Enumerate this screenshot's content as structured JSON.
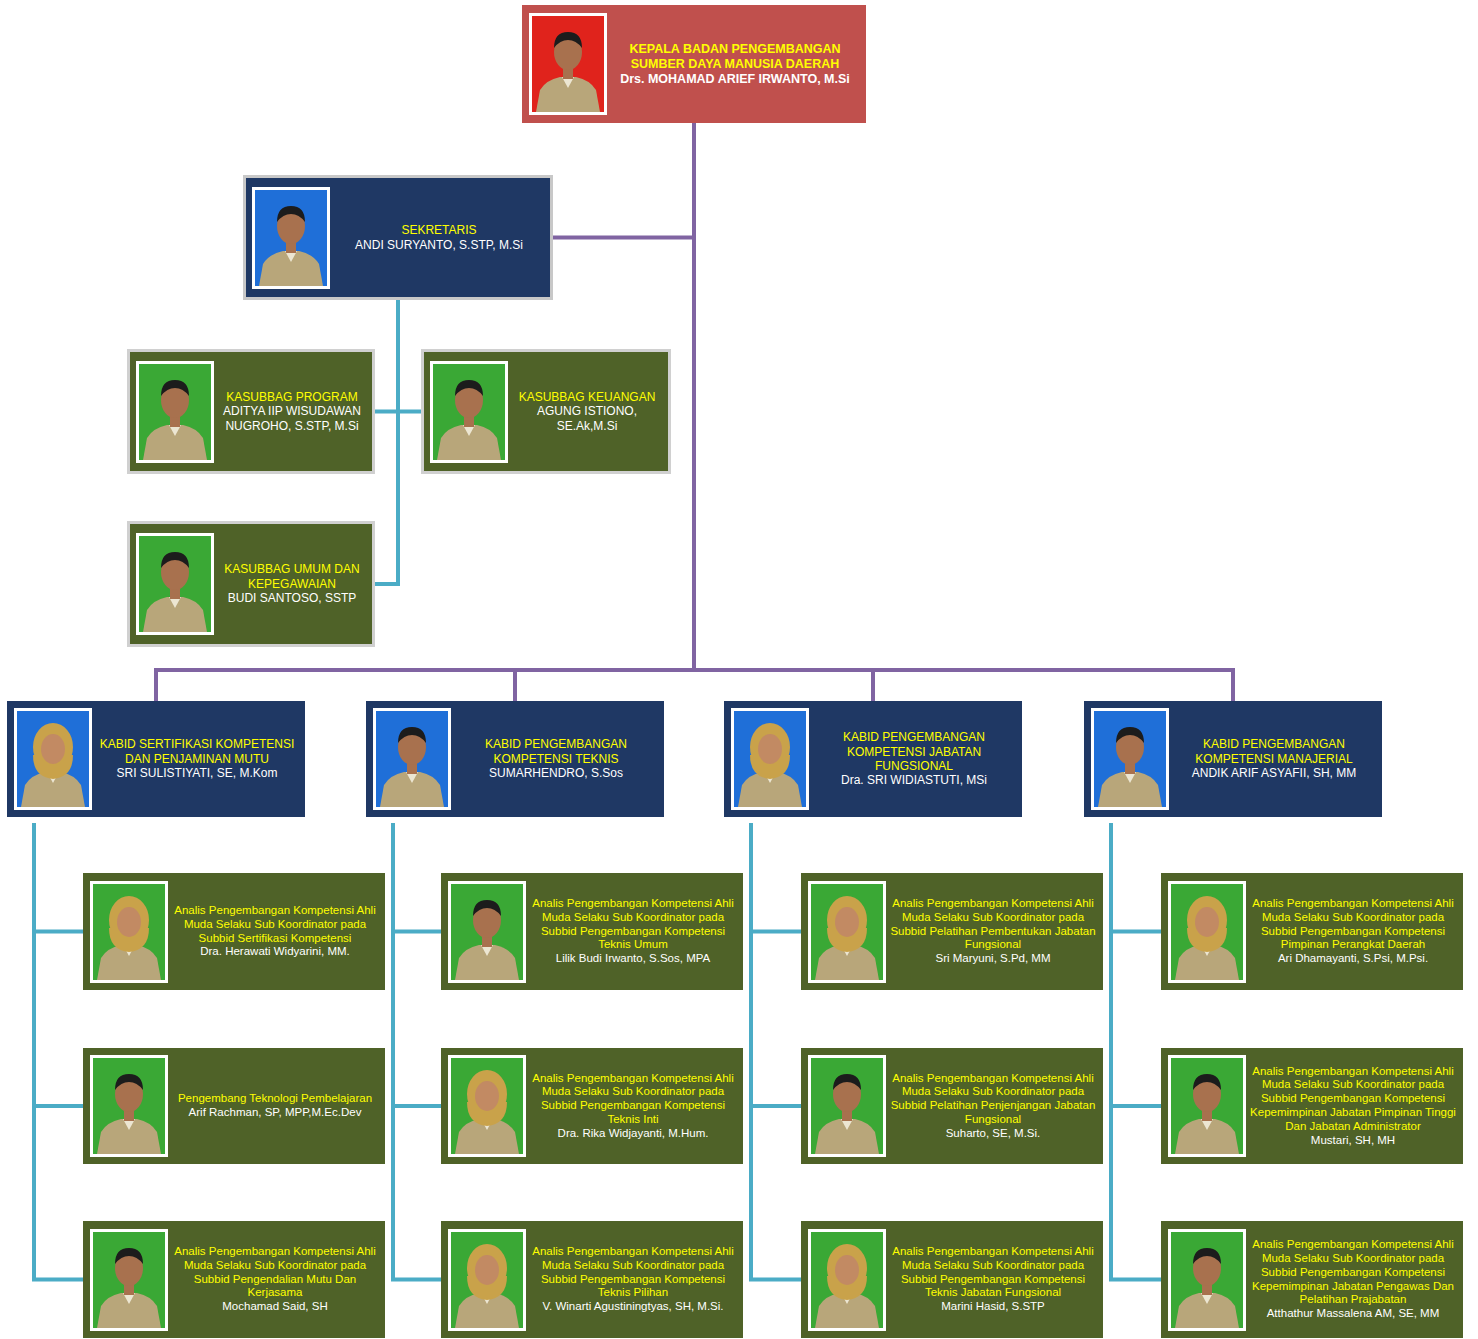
{
  "diagram": {
    "nodes": [
      {
        "text": [
          "KEPALA BADAN PENGEMBANGAN SUMBER DAYA MANUSIA DAERAH",
          "Drs. MOHAMAD ARIEF IRWANTO, M.Si"
        ]
      },
      {
        "text": [
          "SEKRETARIS",
          "ANDI SURYANTO, S.STP, M.Si"
        ]
      },
      {
        "text": [
          "KASUBBAG PROGRAM",
          "ADITYA IIP WISUDAWAN NUGROHO, S.STP, M.Si"
        ]
      },
      {
        "text": [
          "KASUBBAG KEUANGAN",
          "AGUNG ISTIONO, SE.Ak,M.Si"
        ]
      },
      {
        "text": [
          "KASUBBAG UMUM DAN KEPEGAWAIAN",
          "BUDI SANTOSO, SSTP"
        ]
      },
      {
        "text": [
          "KABID SERTIFIKASI KOMPETENSI DAN PENJAMINAN MUTU",
          "SRI SULISTIYATI, SE, M.Kom"
        ]
      },
      {
        "text": [
          "KABID PENGEMBANGAN KOMPETENSI TEKNIS",
          "SUMARHENDRO, S.Sos"
        ]
      },
      {
        "text": [
          "KABID PENGEMBANGAN KOMPETENSI JABATAN FUNGSIONAL",
          "Dra. SRI WIDIASTUTI, MSi"
        ]
      },
      {
        "text": [
          "KABID PENGEMBANGAN KOMPETENSI MANAJERIAL",
          "ANDIK ARIF ASYAFII, SH, MM"
        ]
      },
      {
        "text": [
          "Analis Pengembangan Kompetensi Ahli Muda Selaku Sub Koordinator pada Subbid Sertifikasi Kompetensi",
          "Dra. Herawati Widyarini, MM."
        ]
      },
      {
        "text": [
          "Pengembang Teknologi Pembelajaran",
          "Arif Rachman, SP, MPP,M.Ec.Dev"
        ]
      },
      {
        "text": [
          "Analis Pengembangan Kompetensi Ahli Muda Selaku Sub Koordinator pada Subbid Pengendalian Mutu Dan Kerjasama",
          "Mochamad Said, SH"
        ]
      },
      {
        "text": [
          "Analis Pengembangan Kompetensi Ahli Muda Selaku Sub Koordinator pada Subbid Pengembangan Kompetensi Teknis Umum",
          "Lilik Budi Irwanto, S.Sos, MPA"
        ]
      },
      {
        "text": [
          "Analis Pengembangan Kompetensi Ahli Muda Selaku Sub Koordinator pada Subbid Pengembangan Kompetensi Teknis Inti",
          "Dra. Rika Widjayanti, M.Hum."
        ]
      },
      {
        "text": [
          "Analis Pengembangan Kompetensi Ahli Muda Selaku Sub Koordinator pada Subbid Pengembangan Kompetensi Teknis Pilihan",
          "V. Winarti Agustiningtyas, SH, M.Si."
        ]
      },
      {
        "text": [
          "Analis Pengembangan Kompetensi Ahli Muda Selaku Sub Koordinator pada Subbid Pelatihan Pembentukan Jabatan Fungsional",
          "Sri Maryuni, S.Pd, MM"
        ]
      },
      {
        "text": [
          "Analis Pengembangan Kompetensi Ahli Muda Selaku Sub Koordinator pada Subbid Pelatihan Penjenjangan Jabatan Fungsional",
          "Suharto, SE, M.Si."
        ]
      },
      {
        "text": [
          "Analis Pengembangan Kompetensi Ahli Muda Selaku Sub Koordinator pada Subbid Pengembangan Kompetensi Teknis Jabatan Fungsional",
          "Marini Hasid, S.STP"
        ]
      },
      {
        "text": [
          "Analis Pengembangan Kompetensi Ahli Muda Selaku Sub Koordinator pada Subbid Pengembangan Kompetensi Pimpinan Perangkat Daerah",
          "Ari Dhamayanti, S.Psi, M.Psi."
        ]
      },
      {
        "text": [
          "Analis Pengembangan Kompetensi Ahli Muda Selaku Sub Koordinator pada Subbid Pengembangan Kompetensi Kepemimpinan Jabatan Pimpinan Tinggi Dan Jabatan Administrator",
          "Mustari, SH, MH"
        ]
      },
      {
        "text": [
          "Analis Pengembangan Kompetensi Ahli Muda Selaku Sub Koordinator pada Subbid Pengembangan Kompetensi Kepemimpinan Jabatan Pengawas Dan Pelatihan Prajabatan",
          "Atthathur Massalena AM, SE, MM"
        ]
      }
    ],
    "edges": [
      {
        "from": 0,
        "to": 1,
        "arrow": "none"
      },
      {
        "from": 0,
        "to": 5,
        "arrow": "none"
      },
      {
        "from": 0,
        "to": 6,
        "arrow": "none"
      },
      {
        "from": 0,
        "to": 7,
        "arrow": "none"
      },
      {
        "from": 0,
        "to": 8,
        "arrow": "none"
      },
      {
        "from": 1,
        "to": 2,
        "arrow": "none"
      },
      {
        "from": 1,
        "to": 3,
        "arrow": "none"
      },
      {
        "from": 1,
        "to": 4,
        "arrow": "none"
      },
      {
        "from": 5,
        "to": 9,
        "arrow": "none"
      },
      {
        "from": 5,
        "to": 10,
        "arrow": "none"
      },
      {
        "from": 5,
        "to": 11,
        "arrow": "none"
      },
      {
        "from": 6,
        "to": 12,
        "arrow": "none"
      },
      {
        "from": 6,
        "to": 13,
        "arrow": "none"
      },
      {
        "from": 6,
        "to": 14,
        "arrow": "none"
      },
      {
        "from": 7,
        "to": 15,
        "arrow": "none"
      },
      {
        "from": 7,
        "to": 16,
        "arrow": "none"
      },
      {
        "from": 7,
        "to": 17,
        "arrow": "none"
      },
      {
        "from": 8,
        "to": 18,
        "arrow": "none"
      },
      {
        "from": 8,
        "to": 19,
        "arrow": "none"
      },
      {
        "from": 8,
        "to": 20,
        "arrow": "none"
      }
    ]
  }
}
